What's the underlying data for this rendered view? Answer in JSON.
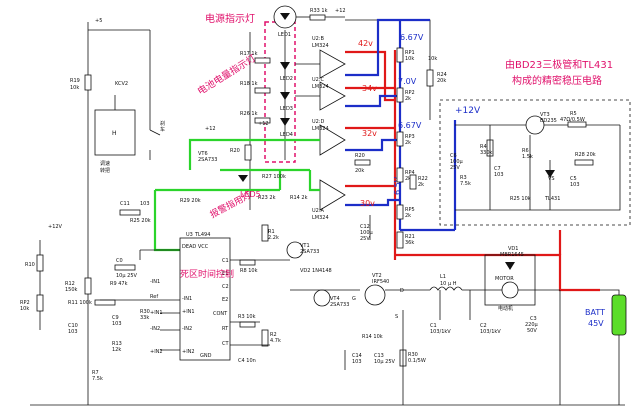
{
  "annotations": {
    "power_indicator": "电源指示灯",
    "battery_indicator": "电池电量指示灯",
    "alarm_indicator": "报警指用灯",
    "deadzone_control": "死区时间控制",
    "regulator_line1": "由BD23三极管和TL431",
    "regulator_line2": "构成的精密稳压电路",
    "voltage_vcc": "+12V",
    "v_ref1": "6.67V",
    "v_ref2": "7.0V",
    "v_ref3": "6.67V",
    "v_ref4": "6.5V",
    "v_42": "42v",
    "v_34": "34v",
    "v_32": "32v",
    "v_30": "30v",
    "batt": "BATT",
    "batt_v": "45V",
    "led5": "LED5"
  },
  "labels": {
    "p5": "+5",
    "r19": "R19",
    "r19v": "10k",
    "kcv2": "KCV2",
    "h": "H",
    "pot_note": "调速",
    "pot_note2": "转把",
    "brake": "刹",
    "brake2": "车",
    "r33": "R33 1k",
    "p12a": "+12",
    "led1": "LED1",
    "r17": "R17 1k",
    "r18": "R18 1k",
    "r26": "R26 1k",
    "led2": "LED2",
    "led3": "LED3",
    "led4": "LED4",
    "u2b": "U2:B",
    "u2b_t": "LM324",
    "u2c": "U2:C",
    "u2c_t": "LM324",
    "u2d": "U2:D",
    "u2d_t": "LM324",
    "u2a": "U2:A",
    "u2a_t": "LM324",
    "rp1": "RP1",
    "rp1v": "10k",
    "rp2": "RP2",
    "rp2v": "2k",
    "rp3": "RP3",
    "rp3v": "2k",
    "rp4": "RP4",
    "rp4v": "2k",
    "rp5": "RP5",
    "rp5v": "2k",
    "r24": "R24",
    "r24v": "20k",
    "r20": "R20",
    "r20v": "20k",
    "r22": "R22",
    "r22v": "2k",
    "r21": "R21",
    "r21v": "36k",
    "c12": "C12",
    "c12v": "100μ",
    "c12v2": "25V",
    "vt6": "VT6",
    "vt6t": "2SA733",
    "r29": "R29 20k",
    "r27": "R27 100k",
    "r23": "R23 2k",
    "r14": "R14 2k",
    "p12b": "+12",
    "p12c": "+12",
    "c11": "C11",
    "c11v": "103",
    "c0": "C0",
    "c0v": "10μ 25V",
    "r9": "R9 47k",
    "r25": "R25 20k",
    "u3": "U3",
    "u3t": "TL494",
    "deadvcc": "DEAD VCC",
    "pin_c1": "C1",
    "pin_e1": "E1",
    "pin_c2": "C2",
    "pin_e2": "E2",
    "pin_cont": "CONT",
    "pin_rt": "RT",
    "pin_ct": "CT",
    "pin_gnd": "GND",
    "pin_in1m": "-IN1",
    "pin_in1p": "+IN1",
    "pin_in2m": "-IN2",
    "pin_in2p": "+IN2",
    "pin_ref": "Ref",
    "r8": "R8 10k",
    "r1": "R1",
    "r1v": "2.2k",
    "r2": "R2",
    "r2v": "4.7k",
    "r3": "R3 10k",
    "c4": "C4 10n",
    "vt1": "VT1",
    "vt1t": "2SA733",
    "vd2": "VD2 1N4148",
    "vt4": "VT4",
    "vt4t": "2SA733",
    "vt2": "VT2",
    "vt2t": "IRF540",
    "pin_d": "D",
    "pin_g": "G",
    "pin_s": "S",
    "r10": "R10",
    "p12d": "+12V",
    "r12": "R12",
    "r12v": "150k",
    "r11": "R11 100k",
    "rp2b": "RP2",
    "rp2bv": "10k",
    "c10": "C10",
    "c10v": "103",
    "c9": "C9",
    "c9v": "103",
    "r30": "R30",
    "r30v": "33k",
    "r13": "R13",
    "r13v": "12k",
    "r7": "R7",
    "r7v": "7.5k",
    "c14": "C14",
    "c14v": "103",
    "c13": "C13",
    "c13v": "10μ 25V",
    "r14b": "R14 10k",
    "r30b": "R30",
    "r30bv": "0.1/5W",
    "l1": "L1",
    "l1v": "10 μ H",
    "c1": "C1",
    "c1v": "103/1kV",
    "c2": "C2",
    "c2v": "103/1kV",
    "vd1": "VD1",
    "vd1t": "MBR1645",
    "motor": "MOTOR",
    "motor_cn": "电动机",
    "c3": "C3",
    "c3v": "220μ",
    "c3v2": "50V",
    "vt3": "VT3",
    "vt3t": "BD235",
    "r5": "R5",
    "r5v": "47Ω/0.5W",
    "r4": "R4",
    "r4v": "330k",
    "c7": "C7",
    "c7v": "103",
    "c6": "C6",
    "c6v": "100μ",
    "c6v2": "25V",
    "r3b": "R3",
    "r3bv": "7.5k",
    "r6": "R6",
    "r6v": "1.5k",
    "r28": "R28 20k",
    "r25b": "R25 10k",
    "c5": "C5",
    "c5v": "103",
    "vs": "VS",
    "tl431": "TL431"
  }
}
